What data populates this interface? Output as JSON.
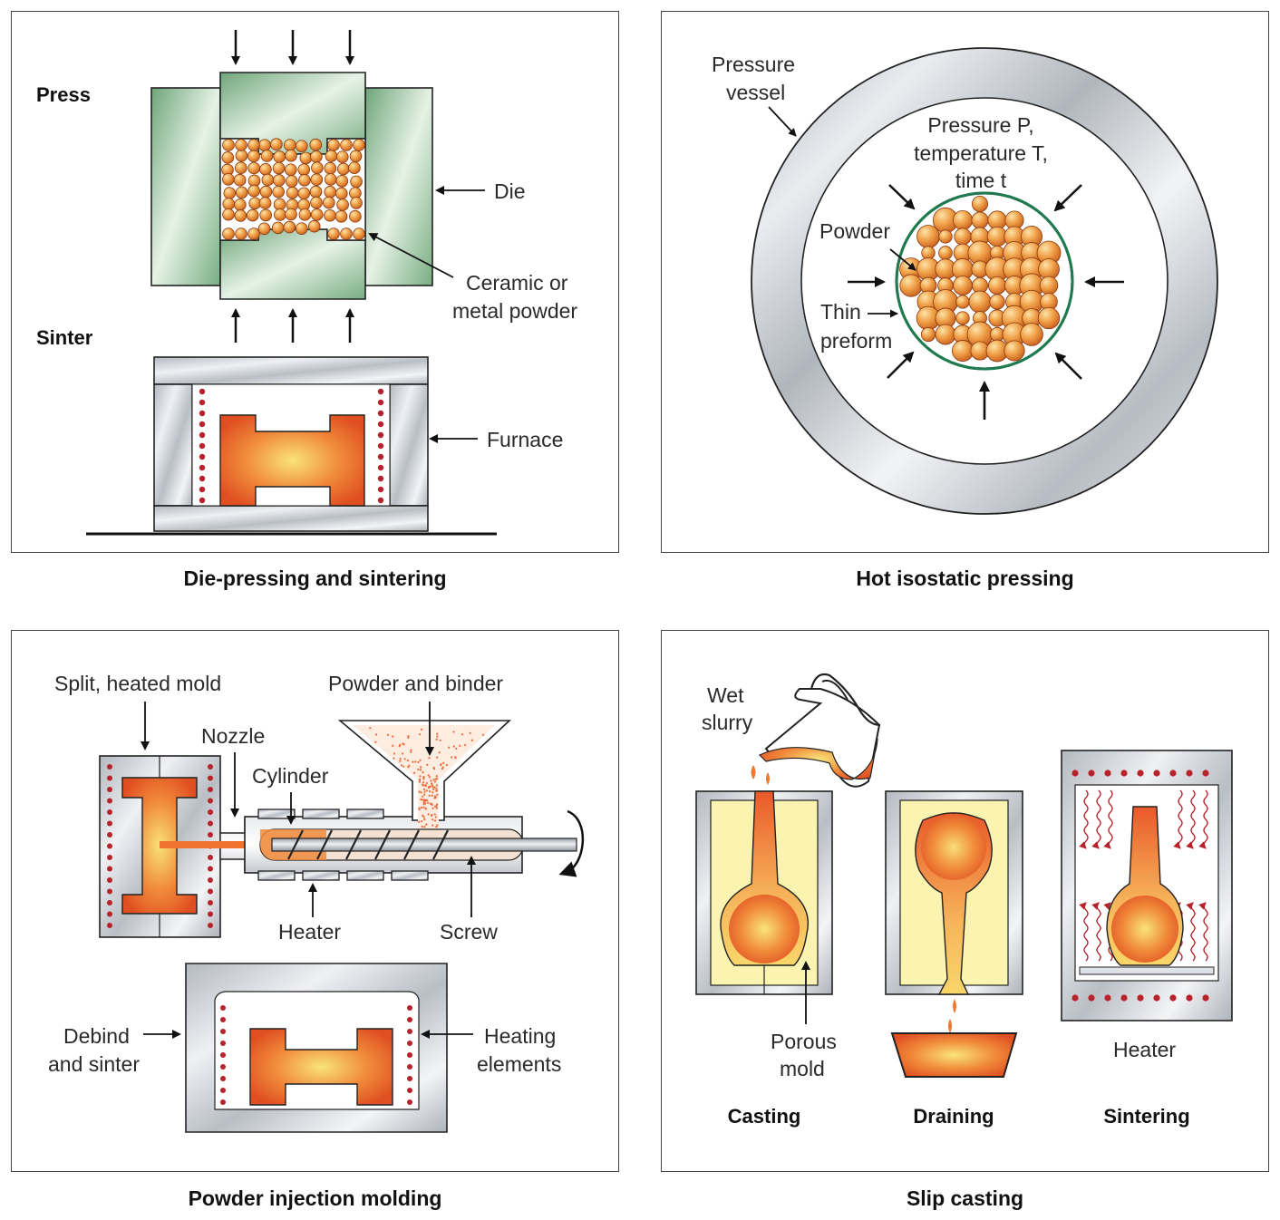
{
  "panels": {
    "die_pressing": {
      "caption": "Die-pressing and sintering",
      "press_label": "Press",
      "sinter_label": "Sinter",
      "die_label": "Die",
      "powder_label_line1": "Ceramic or",
      "powder_label_line2": "metal powder",
      "furnace_label": "Furnace"
    },
    "hip": {
      "caption": "Hot isostatic pressing",
      "vessel_line1": "Pressure",
      "vessel_line2": "vessel",
      "cond_line1": "Pressure P,",
      "cond_line2": "temperature T,",
      "cond_line3": "time t",
      "powder_label": "Powder",
      "preform_line1": "Thin",
      "preform_line2": "preform"
    },
    "pim": {
      "caption": "Powder injection molding",
      "mold_label": "Split, heated mold",
      "nozzle_label": "Nozzle",
      "cylinder_label": "Cylinder",
      "hopper_label": "Powder and binder",
      "heater_label": "Heater",
      "screw_label": "Screw",
      "debind_line1": "Debind",
      "debind_line2": "and sinter",
      "elements_line1": "Heating",
      "elements_line2": "elements"
    },
    "slip": {
      "caption": "Slip casting",
      "slurry_line1": "Wet",
      "slurry_line2": "slurry",
      "mold_line1": "Porous",
      "mold_line2": "mold",
      "heater_label": "Heater",
      "step_casting": "Casting",
      "step_draining": "Draining",
      "step_sintering": "Sintering"
    }
  },
  "colors": {
    "die_green": "#8fbf95",
    "steel": "#c9cdd3",
    "hot_orange": "#e8632a",
    "hot_center": "#f7d66a",
    "powder_orange": "#e8913a",
    "mold_yellow": "#fbf3b0",
    "dot_red": "#b8232b",
    "preform_green": "#1f7a4f"
  }
}
